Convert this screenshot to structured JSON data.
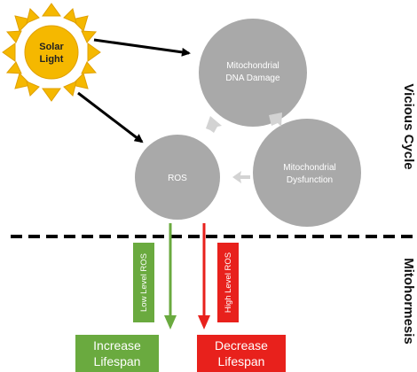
{
  "sun": {
    "line1": "Solar",
    "line2": "Light"
  },
  "cycle": {
    "node_damage": {
      "line1": "Mitochondrial",
      "line2": "DNA Damage"
    },
    "node_dysfunction": {
      "line1": "Mitochondrial",
      "line2": "Dysfunction"
    },
    "node_ros": {
      "line1": "ROS"
    }
  },
  "side_labels": {
    "top": "Vicious Cycle",
    "bottom": "Mitohormesis"
  },
  "low_branch": {
    "label": "Low Level ROS",
    "outcome_line1": "Increase",
    "outcome_line2": "Lifespan"
  },
  "high_branch": {
    "label": "High Level ROS",
    "outcome_line1": "Decrease",
    "outcome_line2": "Lifespan"
  },
  "colors": {
    "sun_fill": "#f5b800",
    "sun_stroke": "#e0a000",
    "circle": "#a9a9a9",
    "cycle_arrow": "#d3d3d3",
    "green": "#6aaa3f",
    "red": "#e8211c",
    "black": "#000000"
  }
}
